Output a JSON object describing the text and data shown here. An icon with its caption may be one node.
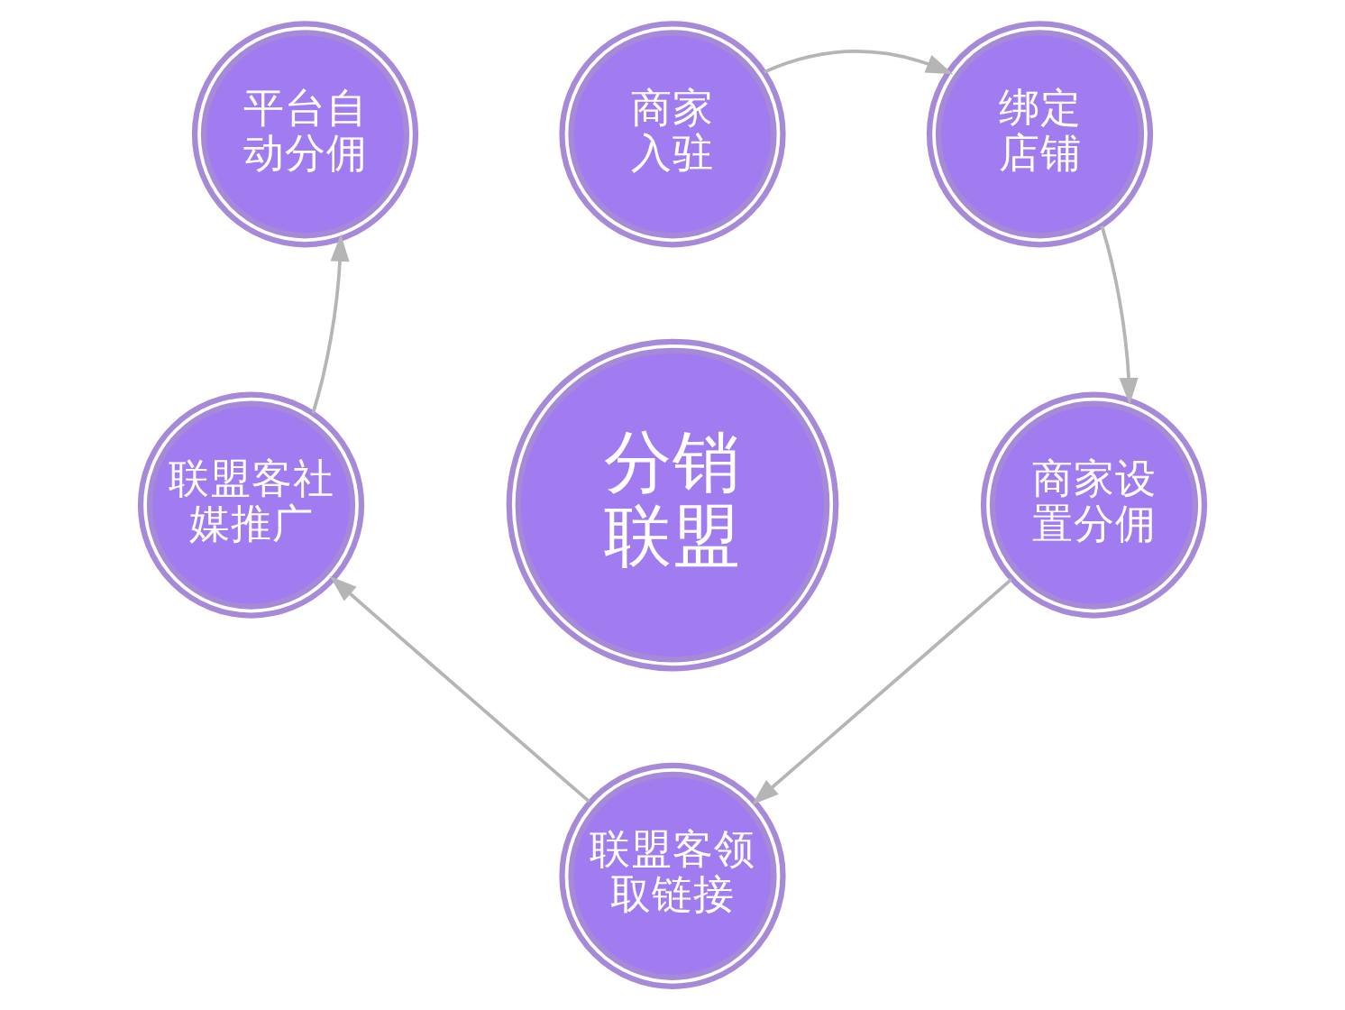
{
  "diagram": {
    "nodes": [
      {
        "text": [
          "分销联盟"
        ]
      },
      {
        "text": [
          "商家入驻"
        ]
      },
      {
        "text": [
          "绑定店铺"
        ]
      },
      {
        "text": [
          "商家设置分佣"
        ]
      },
      {
        "text": [
          "联盟客领取链接"
        ]
      },
      {
        "text": [
          "联盟客社媒推广"
        ]
      },
      {
        "text": [
          "平台自动分佣"
        ]
      }
    ],
    "edges": [
      {
        "from": 1,
        "to": 2,
        "arrow": "to"
      },
      {
        "from": 2,
        "to": 3,
        "arrow": "to"
      },
      {
        "from": 3,
        "to": 4,
        "arrow": "to"
      },
      {
        "from": 4,
        "to": 5,
        "arrow": "to"
      },
      {
        "from": 5,
        "to": 6,
        "arrow": "to"
      }
    ]
  }
}
